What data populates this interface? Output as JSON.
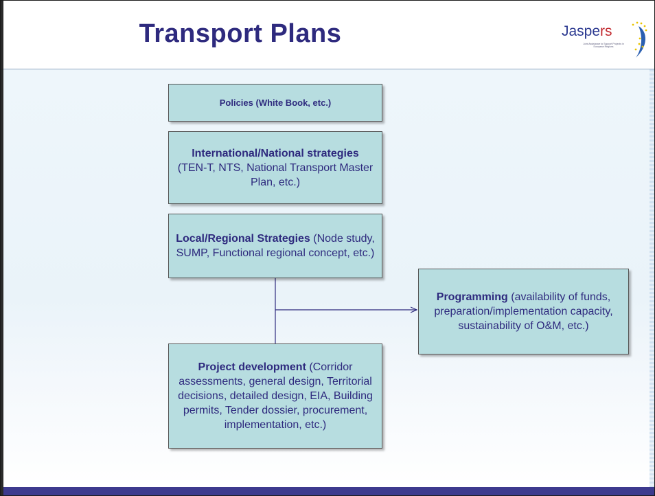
{
  "slide": {
    "title": "Transport Plans"
  },
  "logo": {
    "name_part1": "Jaspe",
    "name_part2": "rs",
    "tagline": "Joint Assistance to Support Projects in European Regions"
  },
  "boxes": {
    "policies": {
      "text": "Policies (White Book, etc.)"
    },
    "national": {
      "bold": "International/National strategies",
      "text": "(TEN-T, NTS, National Transport Master Plan, etc.)"
    },
    "local": {
      "bold": "Local/Regional Strategies",
      "text": "(Node study, SUMP, Functional regional concept, etc.)"
    },
    "programming": {
      "bold": "Programming",
      "text": "(availability of funds, preparation/implementation capacity, sustainability of O&M, etc.)"
    },
    "project": {
      "bold": "Project development",
      "text": "(Corridor assessments, general design, Territorial decisions, detailed design, EIA, Building permits, Tender dossier, procurement, implementation, etc.)"
    }
  },
  "colors": {
    "title": "#2e2a7e",
    "box_fill": "#b7dde0",
    "footer": "#3d3a8e"
  }
}
